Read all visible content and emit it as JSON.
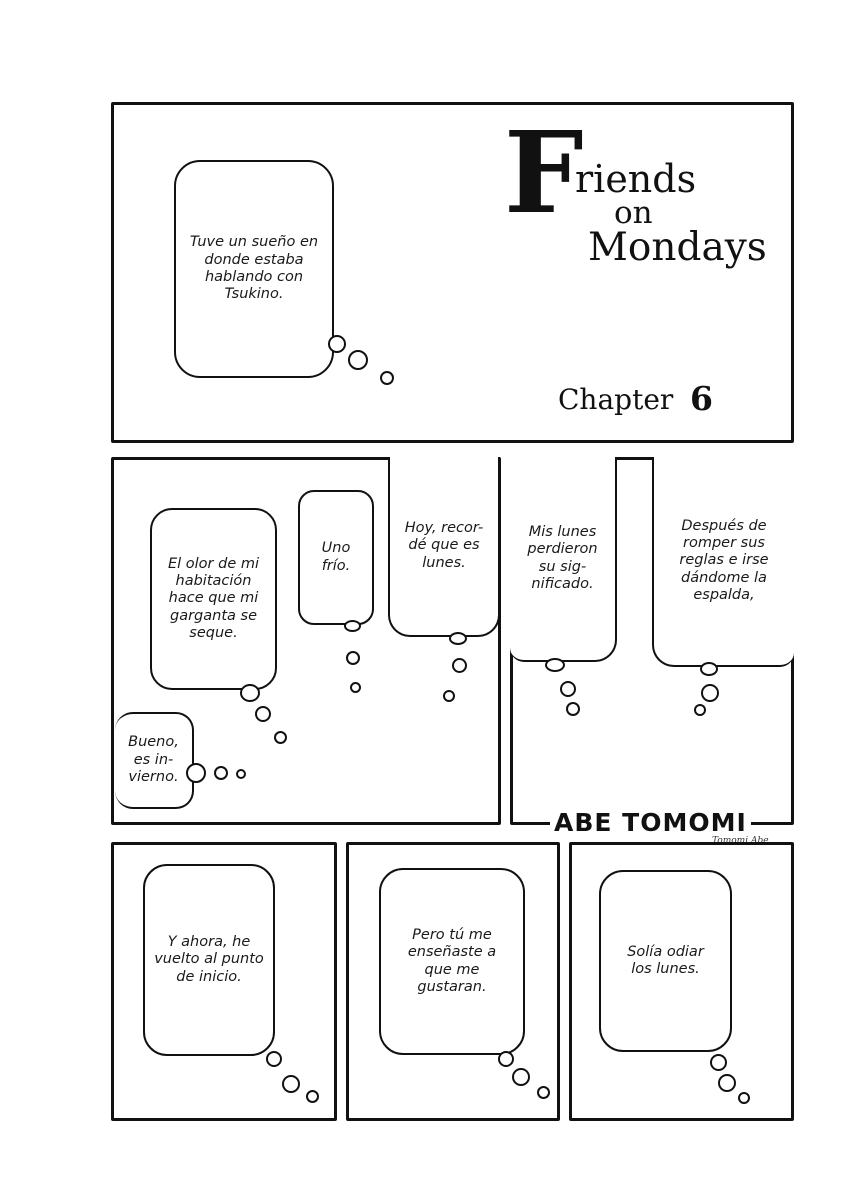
{
  "title": {
    "initial": "F",
    "line1_rest": "riends",
    "line2": "on",
    "line3": "Mondays"
  },
  "chapter": {
    "label": "Chapter",
    "number": "6"
  },
  "author": {
    "name": "ABE TOMOMI",
    "signature": "Tomomi Abe"
  },
  "bubbles": {
    "b1": "Tuve un sueño en\ndonde estaba\nhablando con\nTsukino.",
    "b2": "El olor de mi\nhabitación\nhace que mi\ngarganta se\nseque.",
    "b3": "Uno frío.",
    "b4": "Hoy, recor-\ndé que es\nlunes.",
    "b5": "Bueno,\nes in-\nvierno.",
    "b6": "Mis lunes\nperdieron\nsu sig-\nnificado.",
    "b7": "Después de\nromper sus\nreglas e irse\ndándome la\nespalda,",
    "b8": "Y ahora, he\nvuelto al punto\nde inicio.",
    "b9": "Pero tú me\nenseñaste a\nque me\ngustaran.",
    "b10": "Solía odiar\nlos lunes."
  }
}
